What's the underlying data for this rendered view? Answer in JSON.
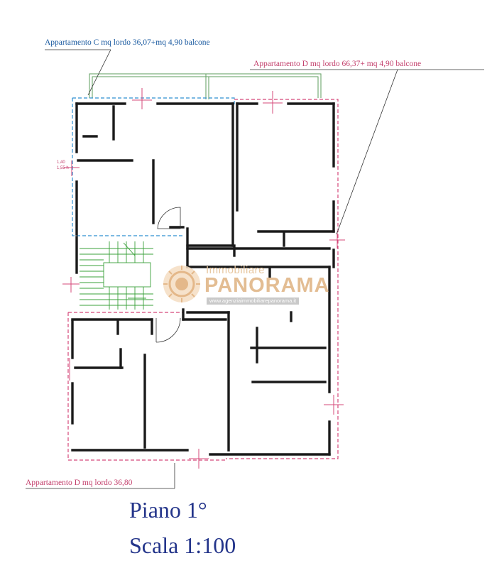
{
  "labels": {
    "apartment_c": "Appartamento C mq lordo 36,07+mq 4,90 balcone",
    "apartment_d_top": "Appartamento D mq lordo 66,37+ mq 4,90 balcone",
    "apartment_d_bottom": "Appartamento D mq lordo 36,80"
  },
  "dimensions": {
    "d1": "1,40",
    "d2": "1,55 h"
  },
  "watermark": {
    "line1": "Immobiliare",
    "brand": "PANORAMA",
    "url": "www.agenziaimmobiliarepanorama.it"
  },
  "title": {
    "floor": "Piano 1°",
    "scale": "Scala 1:100"
  },
  "colors": {
    "wall": "#1a1a1a",
    "apartment_c_outline": "#2f8fd1",
    "apartment_d_outline": "#d5487a",
    "balcony": "#5e9e5e",
    "stairs": "#3aa03a",
    "title": "#23348a",
    "watermark": "#e3bd93"
  }
}
